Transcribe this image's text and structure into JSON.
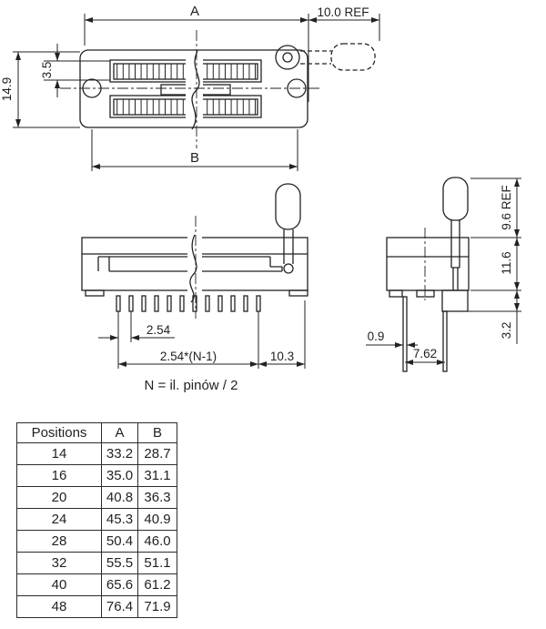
{
  "colors": {
    "line": "#222222",
    "background": "#ffffff"
  },
  "views": {
    "top": {
      "label_a": "A",
      "label_b": "B",
      "dim_ref": "10.0 REF",
      "dim_height": "14.9",
      "dim_slot": "3.5"
    },
    "front": {
      "dim_pitch": "2.54",
      "dim_span": "2.54*(N-1)",
      "dim_right": "10.3",
      "note": "N = il. pinów / 2"
    },
    "side": {
      "dim_lever": "9.6 REF",
      "dim_body": "11.6",
      "dim_standoff": "3.2",
      "dim_pin": "0.9",
      "dim_rows": "7.62"
    }
  },
  "table": {
    "headers": [
      "Positions",
      "A",
      "B"
    ],
    "rows": [
      [
        "14",
        "33.2",
        "28.7"
      ],
      [
        "16",
        "35.0",
        "31.1"
      ],
      [
        "20",
        "40.8",
        "36.3"
      ],
      [
        "24",
        "45.3",
        "40.9"
      ],
      [
        "28",
        "50.4",
        "46.0"
      ],
      [
        "32",
        "55.5",
        "51.1"
      ],
      [
        "40",
        "65.6",
        "61.2"
      ],
      [
        "48",
        "76.4",
        "71.9"
      ]
    ]
  }
}
